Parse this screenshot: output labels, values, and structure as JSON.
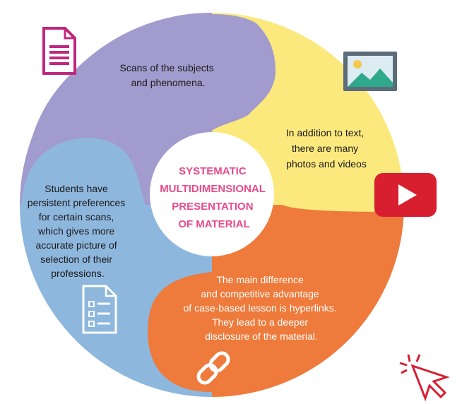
{
  "center": {
    "lines": [
      "SYSTEMATIC",
      "MULTIDIMENSIONAL",
      "PRESENTATION",
      "OF MATERIAL"
    ],
    "color": "#e84b8a"
  },
  "segments": {
    "purple": {
      "color": "#a29bcd",
      "lines": [
        "Scans of the subjects",
        "and phenomena."
      ]
    },
    "yellow": {
      "color": "#fbe97e",
      "lines": [
        "In addition to text,",
        "there are many",
        "photos and videos"
      ]
    },
    "orange": {
      "color": "#ee7a3b",
      "lines": [
        "The main difference",
        "and competitive advantage",
        "of case-based lesson is hyperlinks.",
        "They lead to a deeper",
        "disclosure of the material."
      ]
    },
    "blue": {
      "color": "#8eb7de",
      "lines": [
        "Students have",
        "persistent preferences",
        "for certain scans,",
        "which gives more",
        "accurate picture of",
        "selection of their",
        "professions."
      ]
    }
  },
  "icons": {
    "document": "document-icon",
    "image": "image-icon",
    "video": "video-play-icon",
    "checklist": "checklist-icon",
    "link": "link-icon",
    "cursor": "click-cursor-icon"
  },
  "colors": {
    "doc_icon": "#c0287f",
    "video_red": "#d71f30",
    "cursor_red": "#d71f30",
    "image_frame": "#5b6c7a",
    "image_sky": "#dcecf2",
    "image_hill": "#2fa88c",
    "image_sun": "#f4c84a"
  }
}
